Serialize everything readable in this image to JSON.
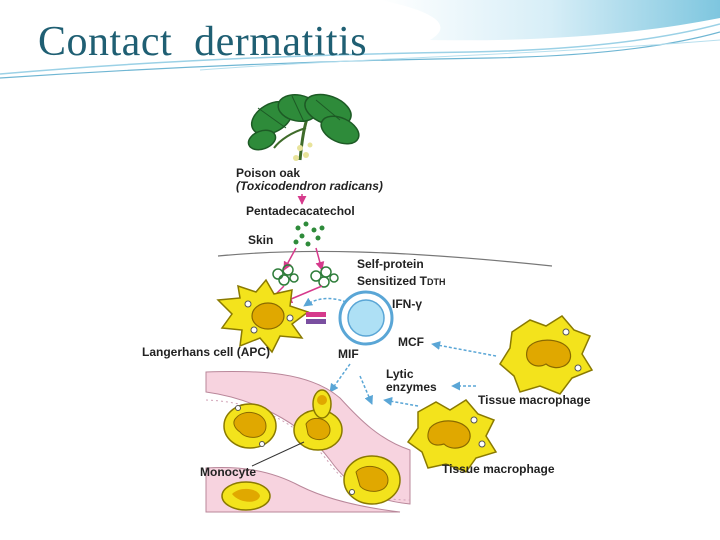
{
  "slide": {
    "title": "Contact  dermatitis"
  },
  "diagram": {
    "labels": {
      "poison_oak": "Poison oak",
      "latin_name": "(Toxicodendron radicans)",
      "chemical": "Pentadecacatechol",
      "skin": "Skin",
      "self_protein": "Self-protein",
      "sensitized_prefix": "Sensitized T",
      "sensitized_sub": "DTH",
      "ifn": "IFN-γ",
      "mcf": "MCF",
      "mif": "MIF",
      "langerhans": "Langerhans cell (APC)",
      "lytic_1": "Lytic",
      "lytic_2": "enzymes",
      "tissue_macrophage_1": "Tissue macrophage",
      "tissue_macrophage_2": "Tissue macrophage",
      "monocyte": "Monocyte"
    },
    "colors": {
      "title": "#1f5f73",
      "leaf": "#2e8b3a",
      "cell_yellow": "#f3e31c",
      "nucleus": "#e0a800",
      "tcell_blue": "#aee0f5",
      "vessel_pink": "#f7d3df",
      "arrow_magenta": "#d63a8c",
      "arrow_blue": "#5aa6d6"
    }
  }
}
